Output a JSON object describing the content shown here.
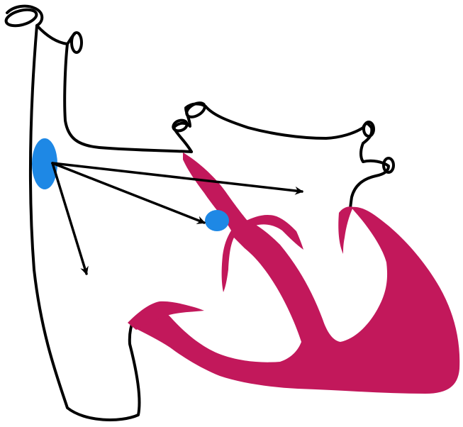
{
  "diagram": {
    "colors": {
      "background": "#ffffff",
      "outline": "#000000",
      "conduction_pathway": "#c2185b",
      "sa_node": "#1e88e5",
      "av_node": "#1e88e5",
      "arrows": "#000000"
    },
    "elements": {
      "heart_outline": "heart-outline",
      "sa_node": "sa-node",
      "av_node": "av-node",
      "his_bundle": "bundle-of-his",
      "left_bundle_branch": "left-bundle-branch",
      "right_bundle_branch": "right-bundle-branch",
      "purkinje_fibers": "purkinje-fibers",
      "arrow_to_left_atrium": "arrow-to-left-atrium",
      "arrow_to_av_node": "arrow-to-av-node",
      "arrow_to_right_atrium": "arrow-to-right-atrium"
    }
  }
}
